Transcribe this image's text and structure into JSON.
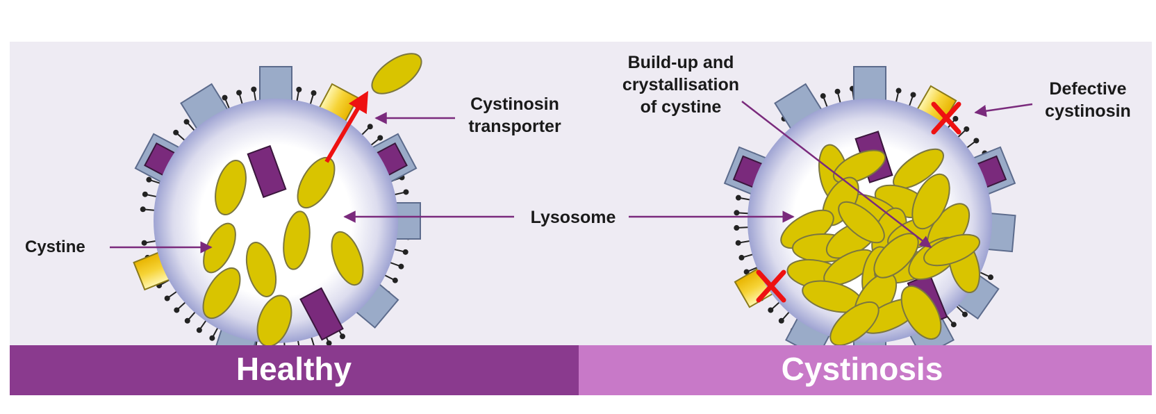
{
  "labels": {
    "cystine": "Cystine",
    "transporter_line1": "Cystinosin",
    "transporter_line2": "transporter",
    "lysosome": "Lysosome",
    "buildup_line1": "Build-up and",
    "buildup_line2": "crystallisation",
    "buildup_line3": "of cystine",
    "defective_line1": "Defective",
    "defective_line2": "cystinosin"
  },
  "banners": {
    "healthy": "Healthy",
    "cystinosis": "Cystinosis"
  },
  "colors": {
    "panel_bg": "#eeebf3",
    "healthy_banner": "#8a3a8e",
    "cystinosis_banner": "#c879c8",
    "membrane": "#aeb2d8",
    "protein_blue": "#9aabc8",
    "protein_purple": "#7a2a7c",
    "transporter": "#f5cf2e",
    "cystine": "#d9c400",
    "arrow": "#7a2a7c",
    "red": "#ee1111"
  },
  "icons": {
    "defective_mark": "red-x-icon"
  }
}
